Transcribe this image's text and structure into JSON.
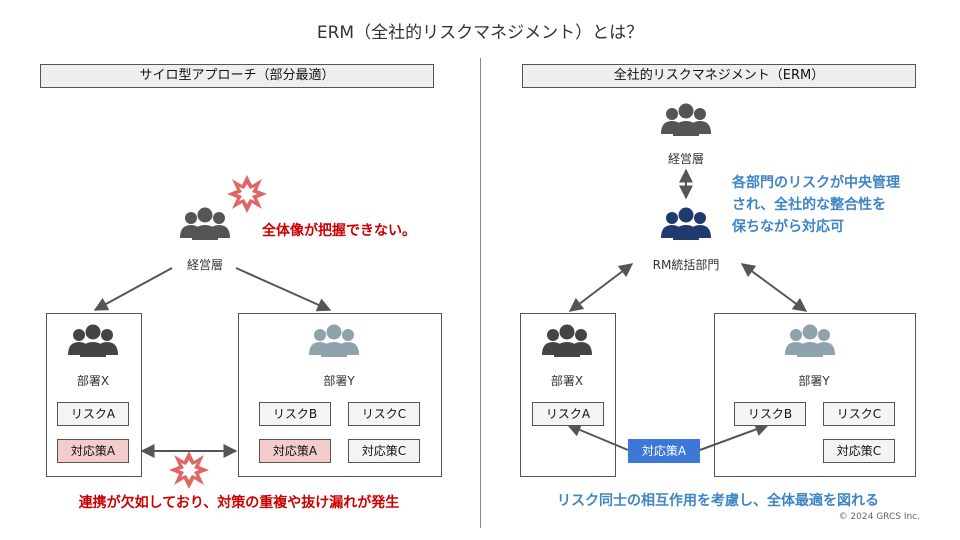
{
  "title": "ERM（全社的リスクマネジメント）とは？",
  "left": {
    "header": "サイロ型アプローチ（部分最適）",
    "exec_label": "経営層",
    "warning": "全体像が把握できない。",
    "dept_x": {
      "label": "部署X",
      "risk": "リスクA",
      "measure": "対応策A"
    },
    "dept_y": {
      "label": "部署Y",
      "risk_b": "リスクB",
      "risk_c": "リスクC",
      "measure_a": "対応策A",
      "measure_c": "対応策C"
    },
    "bottom_note": "連携が欠如しており、対策の重複や抜け漏れが発生"
  },
  "right": {
    "header": "全社的リスクマネジメント（ERM）",
    "exec_label": "経営層",
    "rm_label": "RM統括部門",
    "note_lines": [
      "各部門のリスクが中央管理",
      "され、全社的な整合性を",
      "保ちながら対応可"
    ],
    "dept_x": {
      "label": "部署X",
      "risk": "リスクA"
    },
    "dept_y": {
      "label": "部署Y",
      "risk_b": "リスクB",
      "risk_c": "リスクC",
      "measure_c": "対応策C"
    },
    "shared_measure": "対応策A",
    "bottom_note": "リスク同士の相互作用を考慮し、全体最適を図れる"
  },
  "copyright": "© 2024 GRCS Inc.",
  "colors": {
    "red": "#cc0000",
    "blue": "#3d85c6",
    "navy": "#1f3a6e",
    "gray_icon": "#555555",
    "light_icon": "#8fa3ad",
    "pink": "#f4cccc"
  }
}
